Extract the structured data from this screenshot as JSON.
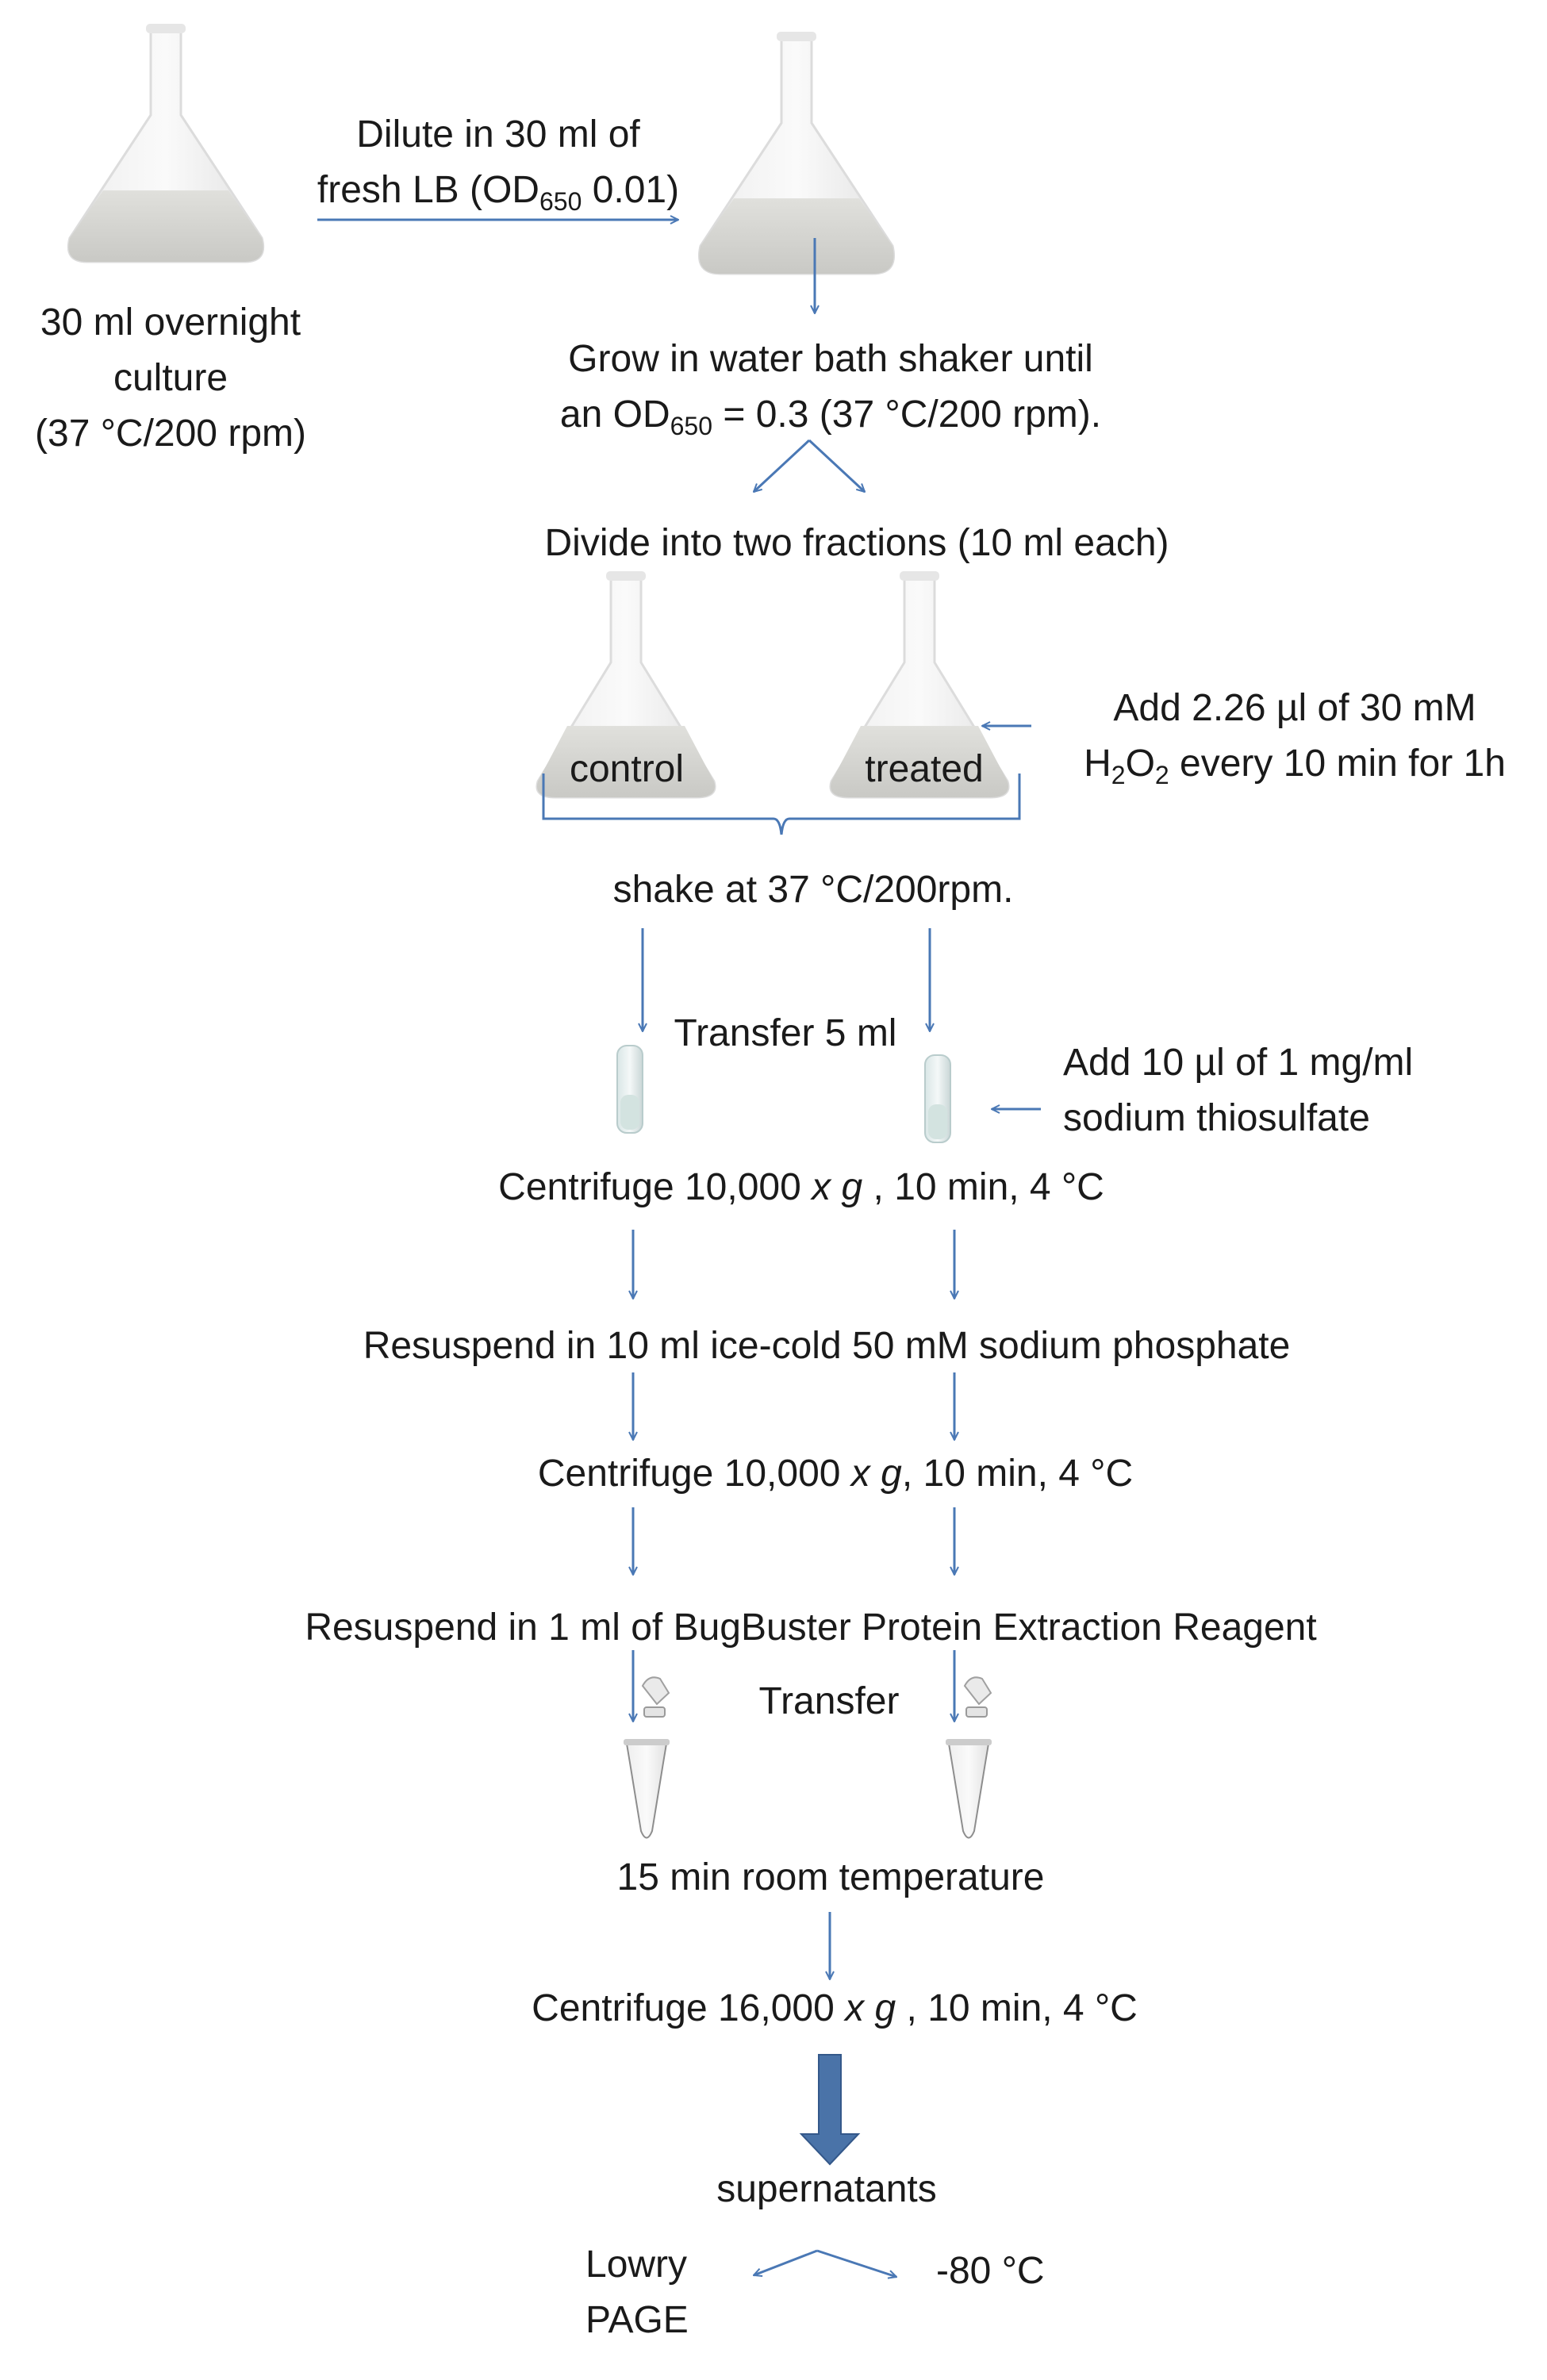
{
  "colors": {
    "arrow": "#4a78b5",
    "big_arrow": "#4a73a8",
    "text": "#1a1a1a",
    "glass": "#e6e6e6",
    "liquid": "#cfcfcc"
  },
  "icons": [
    "flask-icon",
    "test-tube-icon",
    "microcentrifuge-tube-icon",
    "arrow-icon"
  ],
  "steps": {
    "overnight": {
      "line1": "30 ml overnight",
      "line2": "culture",
      "line3": "(37 °C/200 rpm)"
    },
    "dilute": {
      "line1": "Dilute in 30 ml of",
      "line2_a": "fresh LB (OD",
      "line2_sub": "650",
      "line2_b": " 0.01)"
    },
    "grow": {
      "line1": "Grow in water bath shaker until",
      "line2_a": "an OD",
      "line2_sub": "650",
      "line2_b": " = 0.3 (37 °C/200 rpm)."
    },
    "divide": "Divide into two fractions (10 ml each)",
    "control": "control",
    "treated": "treated",
    "add_h2o2": {
      "line1": "Add 2.26 µl of 30 mM",
      "h": "H",
      "sub1": "2",
      "o": "O",
      "sub2": "2",
      "rest": " every 10 min for 1h"
    },
    "shake": "shake at 37 °C/200rpm.",
    "transfer5": "Transfer 5 ml",
    "thiosulfate": {
      "line1": "Add 10 µl of 1 mg/ml",
      "line2": "sodium thiosulfate"
    },
    "centrifuge1": {
      "a": "Centrifuge 10,000 ",
      "x": "x",
      "sp": " ",
      "g": "g",
      "b": " , 10 min, 4 °C"
    },
    "resuspend1": "Resuspend in 10 ml ice-cold 50 mM sodium phosphate",
    "centrifuge2": {
      "a": "Centrifuge  10,000 ",
      "x": "x",
      "sp": " ",
      "g": "g",
      "b": ", 10 min, 4 °C"
    },
    "resuspend2": "Resuspend  in 1 ml of BugBuster Protein Extraction Reagent",
    "transfer": "Transfer",
    "incubate": "15 min  room temperature",
    "centrifuge3": {
      "a": "Centrifuge 16,000 ",
      "x": "x",
      "sp": " ",
      "g": "g",
      "b": " , 10 min, 4 °C"
    },
    "supernatants": "supernatants",
    "lowry": "Lowry",
    "page": "PAGE",
    "freeze": "-80 °C"
  }
}
